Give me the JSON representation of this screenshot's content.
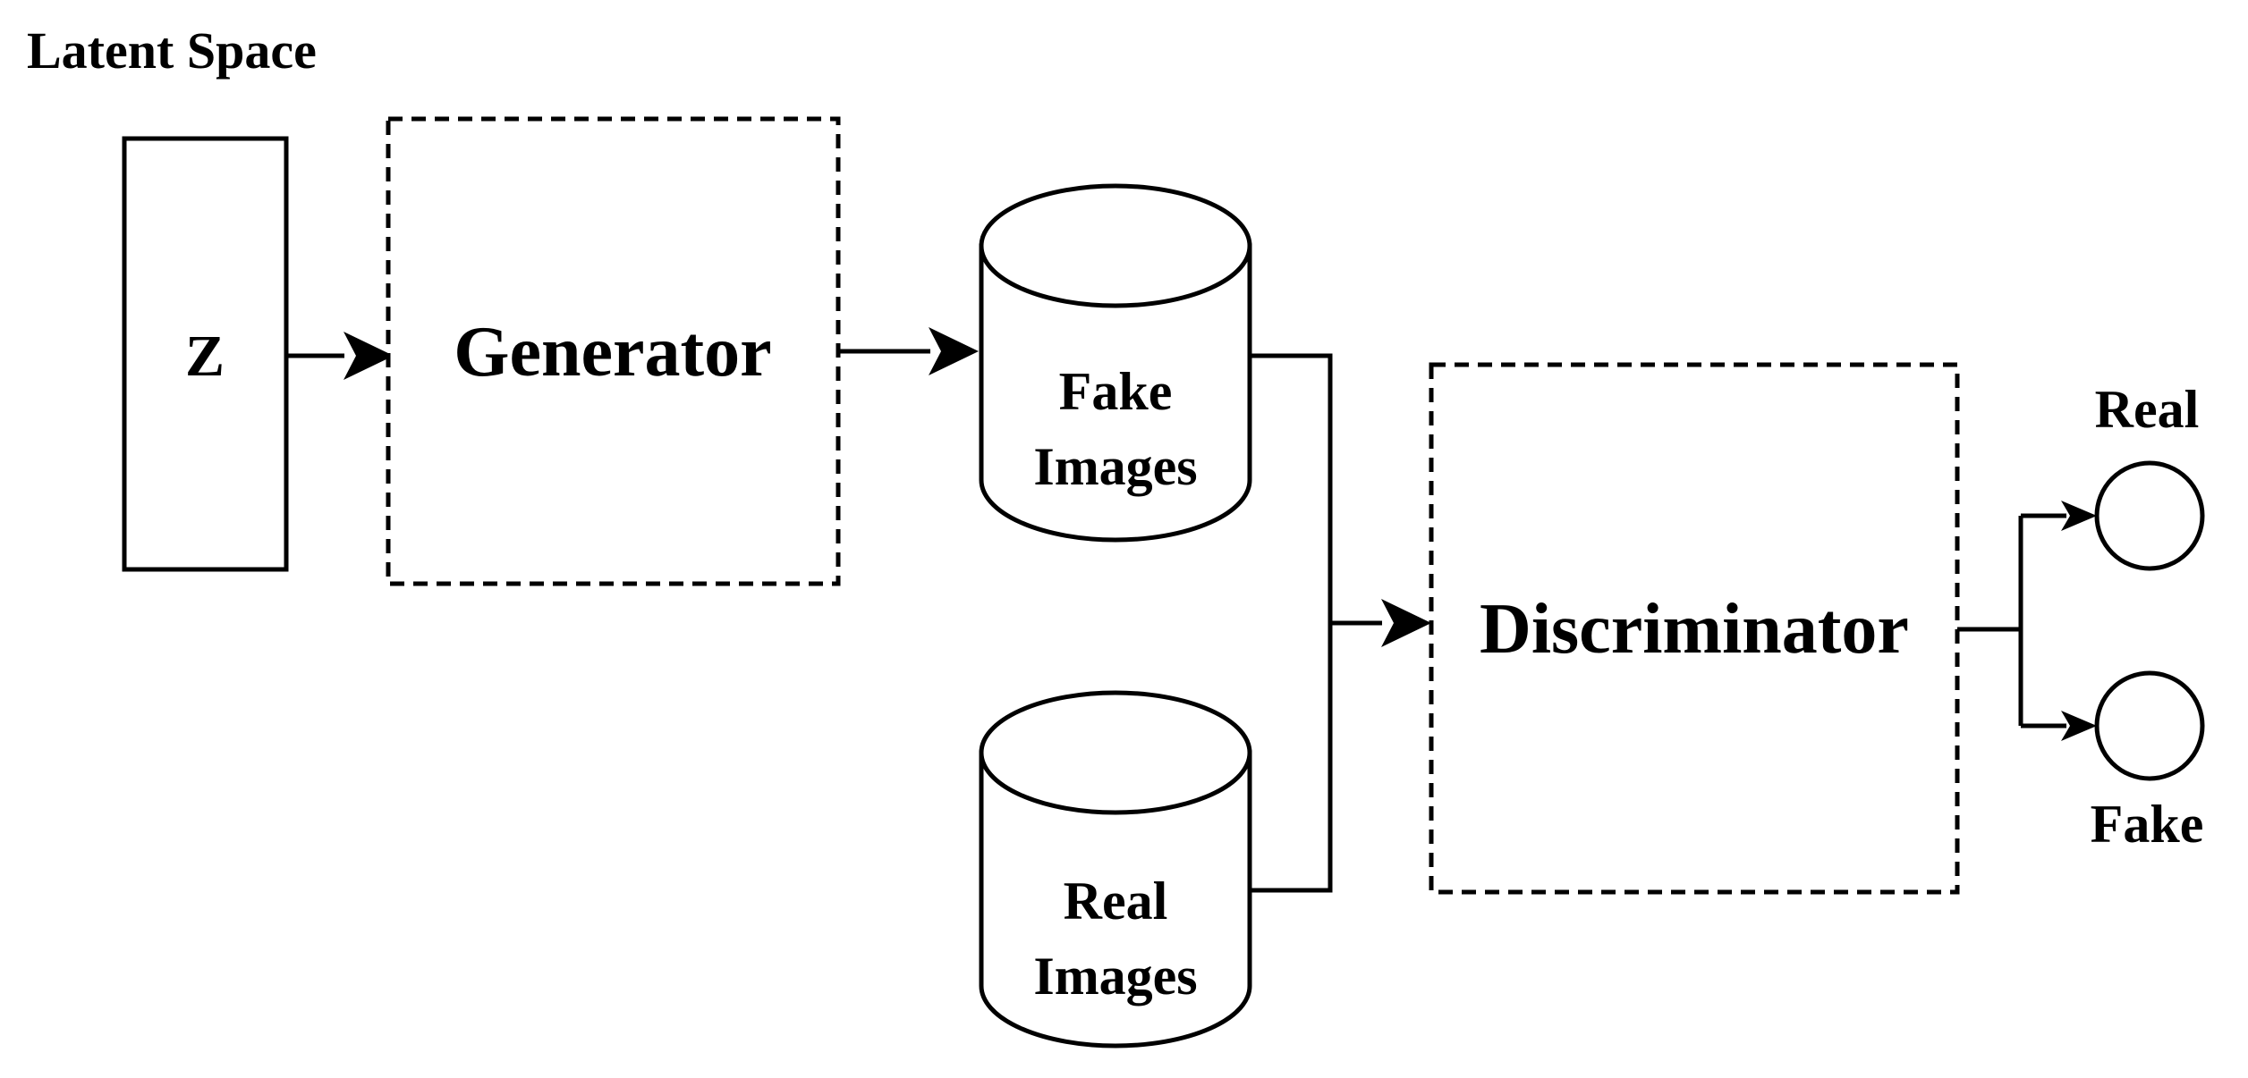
{
  "diagram": {
    "latent_space_label": "Latent Space",
    "z_label": "Z",
    "generator_label": "Generator",
    "fake_images_label": [
      "Fake",
      "Images"
    ],
    "real_images_label": [
      "Real",
      "Images"
    ],
    "discriminator_label": "Discriminator",
    "output_real_label": "Real",
    "output_fake_label": "Fake"
  }
}
